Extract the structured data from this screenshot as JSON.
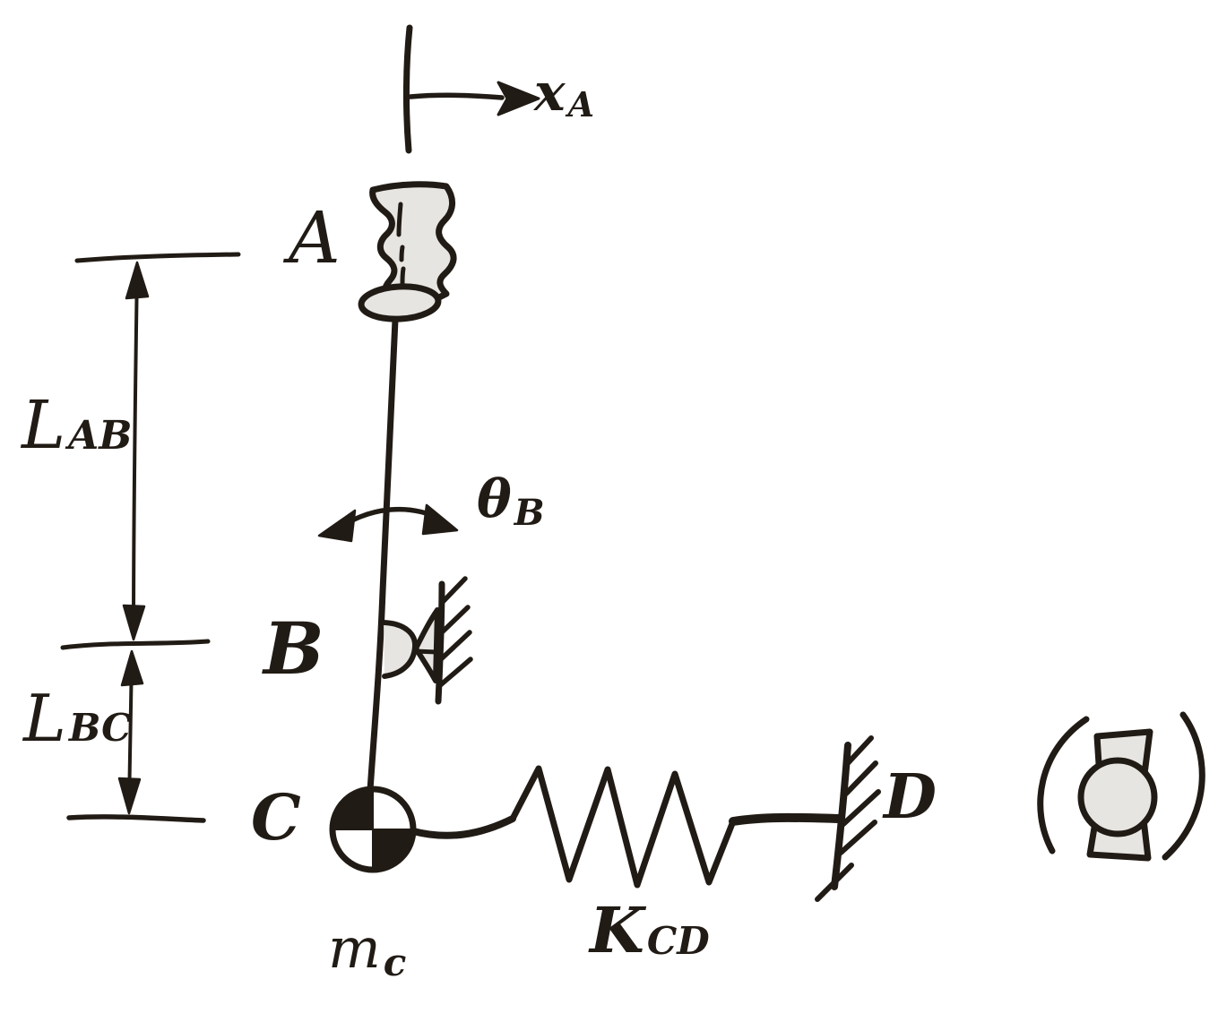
{
  "diagram": {
    "colors": {
      "ink": "#211b15",
      "shade": "#e7e5e2",
      "paper": "#ffffff"
    },
    "symbols": {
      "axis_a": "displacement-axis",
      "slider_a": "sliding-support",
      "pin_b": "pin-support-with-wall",
      "rotation_b": "rotation-double-arrow",
      "mass_c": "center-of-mass",
      "spring_cd": "coil-spring",
      "wall_d": "fixed-wall",
      "detail_right": "ball-joint-detail-in-parentheses"
    },
    "labels": {
      "coord_xa": {
        "main": "x",
        "sub": "A"
      },
      "point_a": "A",
      "theta_b": {
        "main": "θ",
        "sub": "B"
      },
      "point_b": "B",
      "dim_ab": {
        "main": "L",
        "sub": "AB"
      },
      "dim_bc": {
        "main": "L",
        "sub": "BC"
      },
      "point_c": "C",
      "mass_c": {
        "main": "m",
        "sub": "c"
      },
      "spring_cd": {
        "main": "K",
        "sub": "CD"
      },
      "point_d": "D"
    }
  }
}
